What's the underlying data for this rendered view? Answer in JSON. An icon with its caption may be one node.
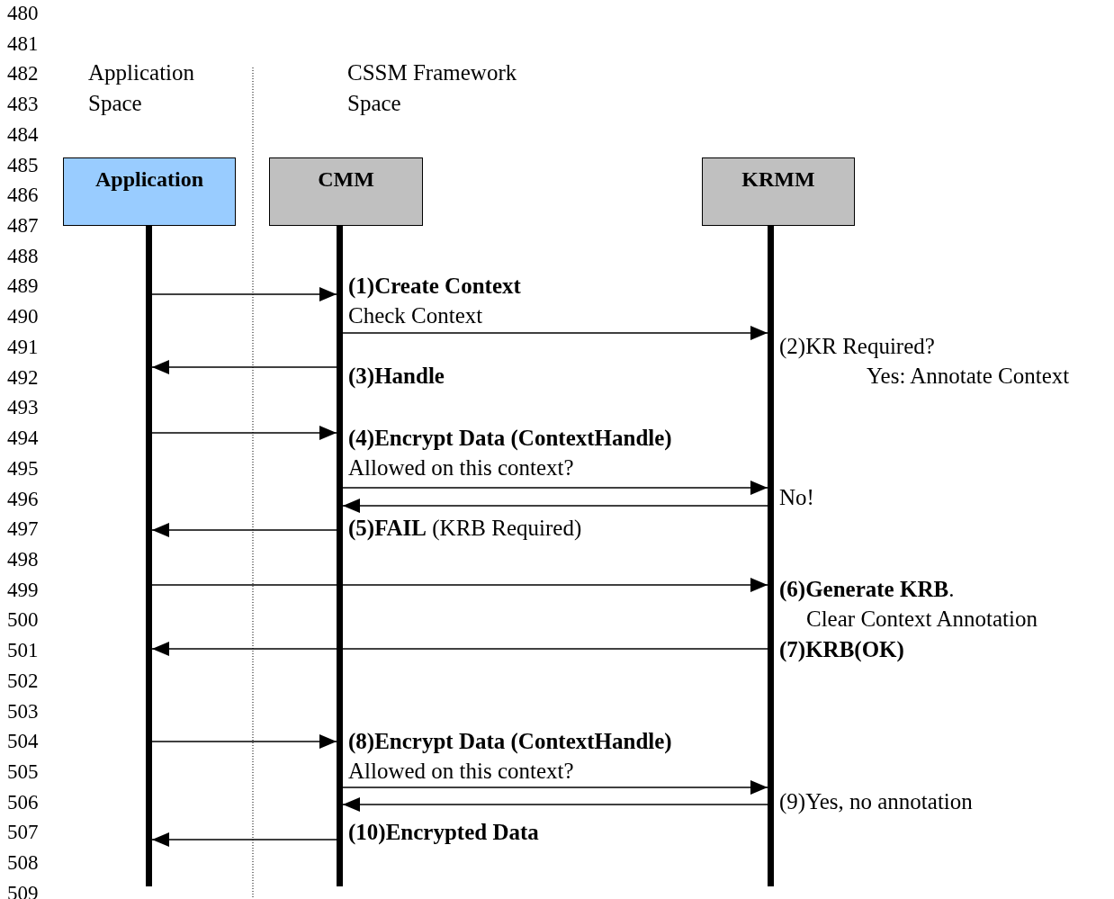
{
  "diagram": {
    "nodes": [
      {
        "text": [
          "Application"
        ]
      },
      {
        "text": [
          "CMM"
        ]
      },
      {
        "text": [
          "KRMM"
        ]
      },
      {
        "text": [],
        "shape": "bar"
      },
      {
        "text": [],
        "shape": "bar"
      },
      {
        "text": [],
        "shape": "bar"
      }
    ],
    "edges": [
      {
        "from": 3,
        "to": 4,
        "arrow": "to",
        "label": "(1)Create Context"
      },
      {
        "from": 4,
        "to": 5,
        "arrow": "to",
        "label": "Check Context"
      },
      {
        "from": 4,
        "to": 3,
        "arrow": "to",
        "label": "(3)Handle"
      },
      {
        "from": 3,
        "to": 4,
        "arrow": "to",
        "label": "(4)Encrypt Data (ContextHandle)"
      },
      {
        "from": 4,
        "to": 5,
        "arrow": "to",
        "label": "Allowed on this context?"
      },
      {
        "from": 5,
        "to": 4,
        "arrow": "to",
        "label": "No!"
      },
      {
        "from": 4,
        "to": 3,
        "arrow": "to",
        "label": "**(5)FAIL** (KRB Required)"
      },
      {
        "from": 3,
        "to": 5,
        "arrow": "to",
        "label": "**(6)Generate KRB**."
      },
      {
        "from": 5,
        "to": 3,
        "arrow": "to",
        "label": "(7)KRB(OK)"
      },
      {
        "from": 3,
        "to": 4,
        "arrow": "to",
        "label": "(8)Encrypt Data (ContextHandle)"
      },
      {
        "from": 4,
        "to": 5,
        "arrow": "to",
        "label": "Allowed on this context?"
      },
      {
        "from": 5,
        "to": 4,
        "arrow": "to",
        "label": "(9)Yes, no annotation"
      },
      {
        "from": 4,
        "to": 3,
        "arrow": "to",
        "label": "(10)Encrypted Data"
      }
    ],
    "labels": [
      "480",
      "481",
      "482",
      "483",
      "484",
      "485",
      "486",
      "487",
      "488",
      "489",
      "490",
      "491",
      "492",
      "493",
      "494",
      "495",
      "496",
      "497",
      "498",
      "499",
      "500",
      "501",
      "502",
      "503",
      "504",
      "505",
      "506",
      "507",
      "508",
      "509",
      "Application Space",
      "CSSM Framework Space",
      "(2)KR Required?",
      "Yes: Annotate Context",
      "Clear Context Annotation"
    ]
  }
}
